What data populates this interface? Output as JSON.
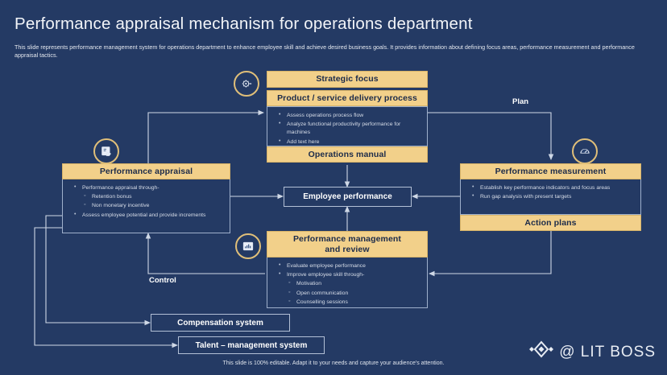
{
  "slide": {
    "title": "Performance appraisal mechanism for operations department",
    "subtitle": "This slide represents performance management system for operations department to enhance employee skill and achieve desired business goals. It provides information about defining focus areas, performance measurement and performance appraisal tactics.",
    "footnote": "This slide is 100% editable. Adapt it to your needs and capture your audience's attention.",
    "background_color": "#243a64",
    "accent_color": "#f2d08a"
  },
  "logo": {
    "symbol": "diamond-cluster-icon",
    "text": "@ LIT BOSS"
  },
  "flow_labels": {
    "plan": "Plan",
    "control": "Control"
  },
  "nodes": {
    "strategic_focus": {
      "icon": "target-settings-icon",
      "header": "Strategic  focus"
    },
    "product_service": {
      "header": "Product / service delivery process",
      "bullets": [
        {
          "text": "Assess operations process flow",
          "level": 1
        },
        {
          "text": "Analyze functional productivity performance  for machines",
          "level": 1
        },
        {
          "text": "Add text here",
          "level": 1
        }
      ],
      "footer": "Operations manual"
    },
    "performance_appraisal": {
      "icon": "document-hand-icon",
      "header": "Performance appraisal",
      "bullets": [
        {
          "text": "Performance  appraisal through-",
          "level": 1
        },
        {
          "text": "Retention bonus",
          "level": 2
        },
        {
          "text": "Non monetary incentive",
          "level": 2
        },
        {
          "text": "Assess employee potential and provide  increments",
          "level": 1
        }
      ]
    },
    "performance_measurement": {
      "icon": "gauge-icon",
      "header": "Performance measurement",
      "bullets": [
        {
          "text": "Establish key performance  indicators and focus areas",
          "level": 1
        },
        {
          "text": "Run gap analysis with  present targets",
          "level": 1
        }
      ],
      "footer": "Action plans"
    },
    "performance_management": {
      "icon": "bar-chart-icon",
      "header_line1": "Performance management",
      "header_line2": "and review",
      "bullets": [
        {
          "text": "Evaluate  employee performance",
          "level": 1
        },
        {
          "text": "Improve  employee skill through-",
          "level": 1
        },
        {
          "text": "Motivation",
          "level": 2
        },
        {
          "text": "Open communication",
          "level": 2
        },
        {
          "text": "Counselling  sessions",
          "level": 2
        }
      ]
    },
    "employee_performance": {
      "label": "Employee performance"
    },
    "compensation_system": {
      "label": "Compensation system"
    },
    "talent_management": {
      "label": "Talent – management system"
    }
  }
}
